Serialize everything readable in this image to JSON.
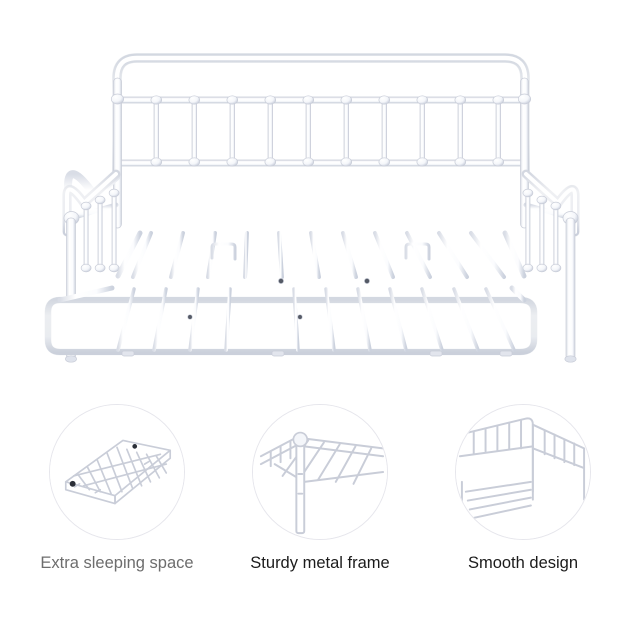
{
  "page": {
    "background_color": "#ffffff",
    "product_name": "White metal daybed with pull-out trundle",
    "frame_color": "#ffffff",
    "frame_outline_color": "#c9cdd8",
    "frame_shadow_color": "#e3e6ee"
  },
  "hero": {
    "name": "daybed-with-trundle-photo",
    "alt": "White metal daybed frame with spindle headboard, matching side arms and an extended pull-out trundle bed underneath",
    "parts": [
      "headboard-panel",
      "left-arm-panel",
      "right-arm-panel",
      "mattress-deck-slats",
      "trundle-bed",
      "front-legs"
    ]
  },
  "features": {
    "circle_border_color": "#e6e6ec",
    "items": [
      {
        "id": "extra-sleeping-space",
        "caption": "Extra sleeping space",
        "caption_color": "#6d6d6d",
        "illustration": "trundle-frame-perspective"
      },
      {
        "id": "sturdy-metal-frame",
        "caption": "Sturdy metal frame",
        "caption_color": "#1b1b1b",
        "illustration": "corner-leg-and-slats-closeup"
      },
      {
        "id": "smooth-design",
        "caption": "Smooth design",
        "caption_color": "#1b1b1b",
        "illustration": "headboard-and-arm-corner"
      }
    ]
  }
}
